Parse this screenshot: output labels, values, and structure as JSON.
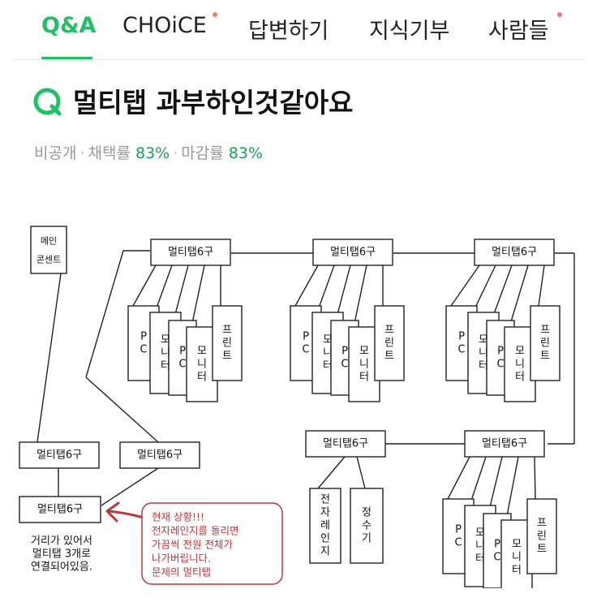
{
  "tabs": [
    {
      "label": "Q&A",
      "active": true,
      "dot": false
    },
    {
      "label": "CHOiCE",
      "active": false,
      "dot": true
    },
    {
      "label": "답변하기",
      "active": false,
      "dot": false
    },
    {
      "label": "지식기부",
      "active": false,
      "dot": false
    },
    {
      "label": "사람들",
      "active": false,
      "dot": true
    }
  ],
  "question": {
    "title": "멀티탭 과부하인것같아요",
    "visibility": "비공개",
    "adoption_label": "채택률",
    "adoption_value": "83%",
    "closing_label": "마감률",
    "closing_value": "83%"
  },
  "diagram": {
    "main_content": [
      "메인",
      "콘센트"
    ],
    "multitap": "멀티탭6구",
    "pc": "PC",
    "monitor": "모니터",
    "printer": "프린트",
    "microwave": "전자레인지",
    "purifier": "정수기",
    "note": [
      "거리가 있어서",
      "멀티탭 3개로",
      "연결되어있음."
    ],
    "callout": [
      "현재 상황!!!",
      "전자레인지를 돌리면",
      "가끔씩 전원 전체가",
      "나가버립니다.",
      "문제의 멀티탭"
    ]
  },
  "colors": {
    "accent": "#1ec264",
    "stat": "#1ea15a",
    "dot": "#f07a7a",
    "annotation": "#c0353a"
  }
}
